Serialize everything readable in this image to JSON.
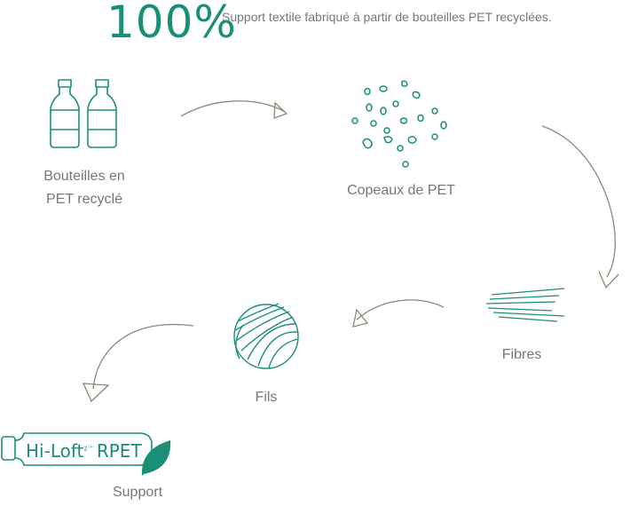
{
  "headline": {
    "percent": "100%",
    "text": "Support textile fabriqué à partir de bouteilles PET recyclées."
  },
  "steps": [
    {
      "label_line1": "Bouteilles en",
      "label_line2": "PET recyclé",
      "icon": "bottles-icon"
    },
    {
      "label": "Copeaux de PET",
      "icon": "flakes-icon"
    },
    {
      "label": "Fibres",
      "icon": "fibres-icon"
    },
    {
      "label": "Fils",
      "icon": "yarn-ball-icon"
    },
    {
      "label": "Support",
      "icon": "hi-loft-bottle-logo"
    }
  ],
  "logo": {
    "text": "Hi-Loft",
    "superscript": "2™",
    "suffix": "RPET"
  },
  "colors": {
    "accent": "#1a8f77",
    "arrow": "#8a8a72",
    "text": "#777777"
  }
}
